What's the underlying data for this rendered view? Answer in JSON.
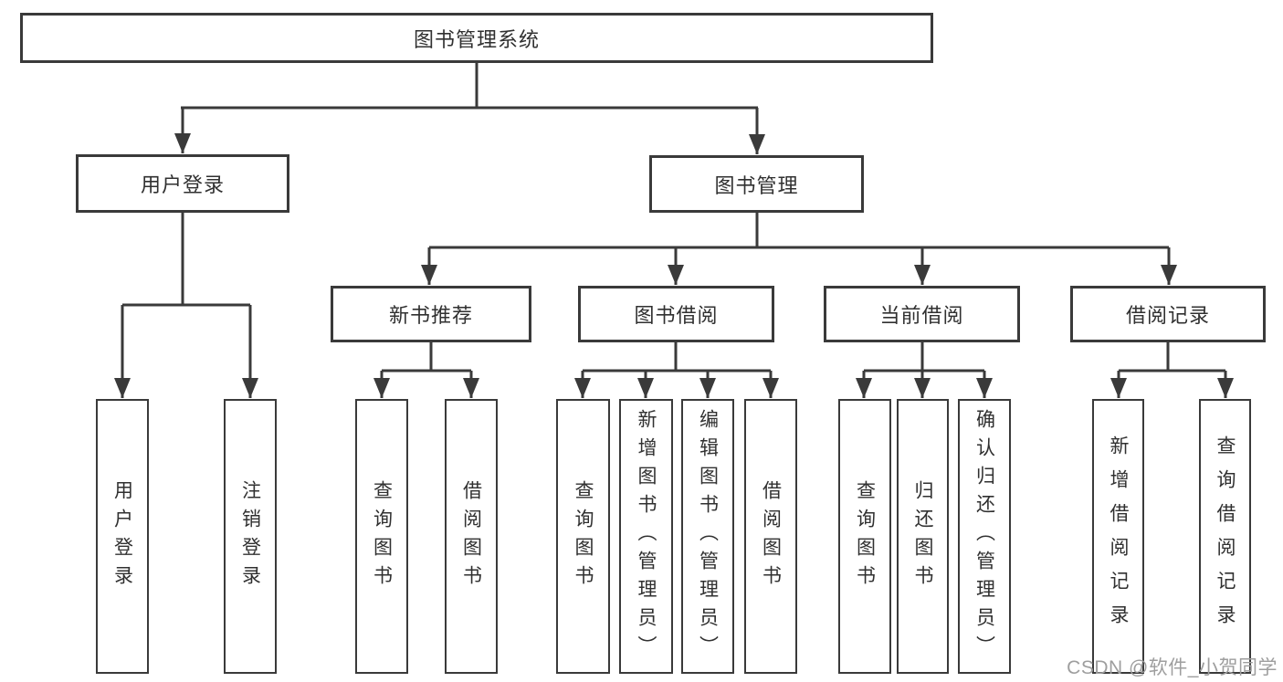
{
  "diagram": {
    "root": {
      "label": "图书管理系统"
    },
    "level2": [
      {
        "label": "用户登录"
      },
      {
        "label": "图书管理"
      }
    ],
    "level3": [
      {
        "label": "新书推荐",
        "parent": "图书管理"
      },
      {
        "label": "图书借阅",
        "parent": "图书管理"
      },
      {
        "label": "当前借阅",
        "parent": "图书管理"
      },
      {
        "label": "借阅记录",
        "parent": "图书管理"
      }
    ],
    "leaves": [
      {
        "label": "用户登录",
        "parent": "用户登录"
      },
      {
        "label": "注销登录",
        "parent": "用户登录"
      },
      {
        "label": "查询图书",
        "parent": "新书推荐"
      },
      {
        "label": "借阅图书",
        "parent": "新书推荐"
      },
      {
        "label": "查询图书",
        "parent": "图书借阅"
      },
      {
        "label": "新增图书（管理员）",
        "parent": "图书借阅"
      },
      {
        "label": "编辑图书（管理员）",
        "parent": "图书借阅"
      },
      {
        "label": "借阅图书",
        "parent": "图书借阅"
      },
      {
        "label": "查询图书",
        "parent": "当前借阅"
      },
      {
        "label": "归还图书",
        "parent": "当前借阅"
      },
      {
        "label": "确认归还（管理员）",
        "parent": "当前借阅"
      },
      {
        "label": "新增借阅记录",
        "parent": "借阅记录"
      },
      {
        "label": "查询借阅记录",
        "parent": "借阅记录"
      }
    ],
    "colors": {
      "line": "#3a3a3a",
      "text": "#303030",
      "background": "#ffffff"
    }
  },
  "watermark": {
    "text": "CSDN @软件_小贺同学",
    "color": "#9e9e9e"
  }
}
